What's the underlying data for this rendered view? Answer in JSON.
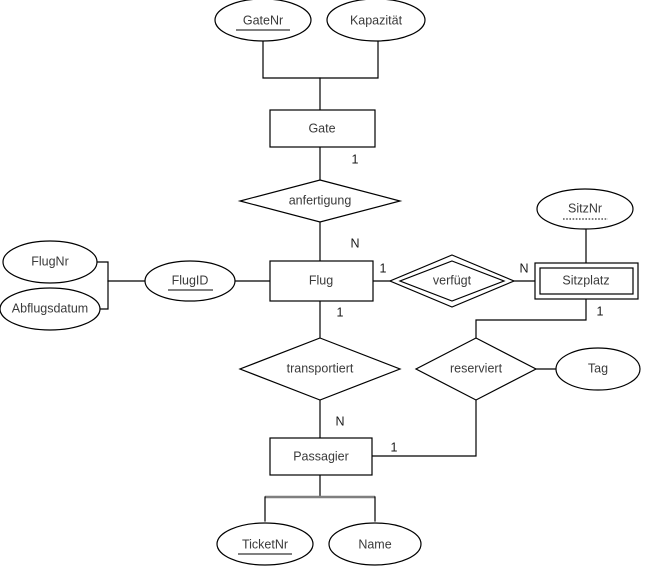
{
  "diagram": {
    "type": "er-diagram",
    "title": "",
    "background_color": "#ffffff",
    "stroke_color": "#000000",
    "text_color": "#3a3a3a",
    "connector_gray": "#7f7f7f",
    "entities": [
      {
        "id": "gate",
        "label": "Gate",
        "kind": "entity"
      },
      {
        "id": "flug",
        "label": "Flug",
        "kind": "entity"
      },
      {
        "id": "sitzplatz",
        "label": "Sitzplatz",
        "kind": "weak-entity"
      },
      {
        "id": "passagier",
        "label": "Passagier",
        "kind": "entity"
      }
    ],
    "relationships": [
      {
        "id": "anfertigung",
        "label": "anfertigung",
        "kind": "relationship"
      },
      {
        "id": "verfuegt",
        "label": "verfügt",
        "kind": "identifying-relationship"
      },
      {
        "id": "transportiert",
        "label": "transportiert",
        "kind": "relationship"
      },
      {
        "id": "reserviert",
        "label": "reserviert",
        "kind": "relationship"
      }
    ],
    "attributes": [
      {
        "id": "gatenr",
        "label": "GateNr",
        "key": "primary"
      },
      {
        "id": "kapazitaet",
        "label": "Kapazität",
        "key": "none"
      },
      {
        "id": "flugnr",
        "label": "FlugNr",
        "key": "none"
      },
      {
        "id": "abflugsdatum",
        "label": "Abflugsdatum",
        "key": "none"
      },
      {
        "id": "flugid",
        "label": "FlugID",
        "key": "primary"
      },
      {
        "id": "sitznr",
        "label": "SitzNr",
        "key": "partial"
      },
      {
        "id": "tag",
        "label": "Tag",
        "key": "none"
      },
      {
        "id": "ticketnr",
        "label": "TicketNr",
        "key": "primary"
      },
      {
        "id": "name",
        "label": "Name",
        "key": "none"
      }
    ],
    "cardinalities": [
      {
        "id": "gate-anfertigung",
        "value": "1"
      },
      {
        "id": "anfertigung-flug",
        "value": "N"
      },
      {
        "id": "flug-verfuegt",
        "value": "1"
      },
      {
        "id": "verfuegt-sitzplatz",
        "value": "N"
      },
      {
        "id": "flug-transportiert",
        "value": "1"
      },
      {
        "id": "transportiert-passagier",
        "value": "N"
      },
      {
        "id": "sitzplatz-reserviert",
        "value": "1"
      },
      {
        "id": "passagier-reserviert",
        "value": "1"
      }
    ]
  }
}
